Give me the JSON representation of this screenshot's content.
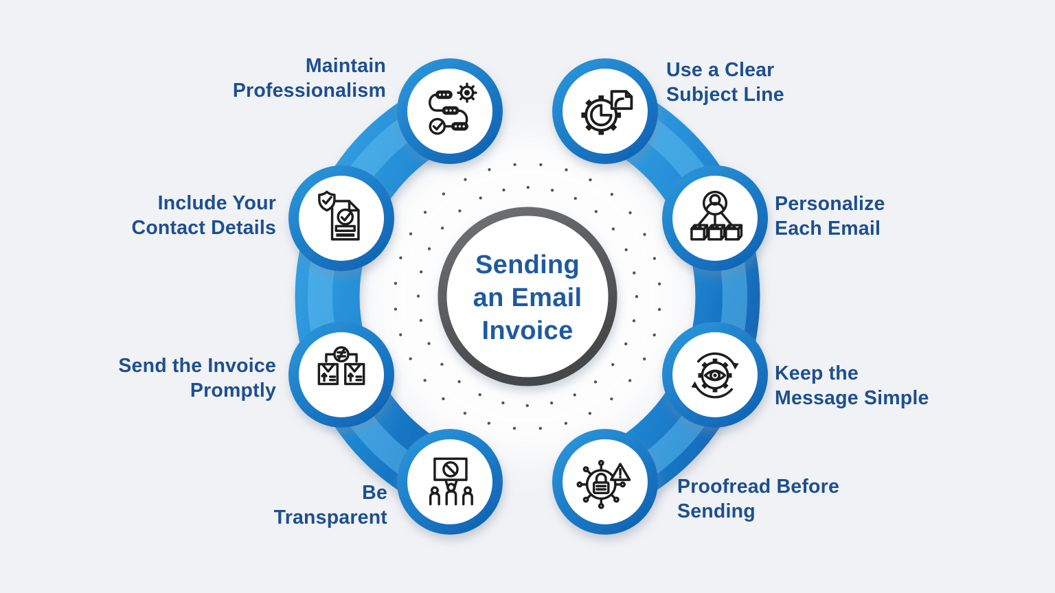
{
  "center": {
    "lines": [
      "Sending",
      "an Email",
      "Invoice"
    ]
  },
  "items": [
    {
      "id": "maintain-professionalism",
      "lines": [
        "Maintain",
        "Professionalism"
      ],
      "icon": "workflow-checklist-icon"
    },
    {
      "id": "use-a-clear-subject-line",
      "lines": [
        "Use a Clear",
        "Subject Line"
      ],
      "icon": "gear-pie-chart-icon"
    },
    {
      "id": "personalize-each-email",
      "lines": [
        "Personalize",
        "Each Email"
      ],
      "icon": "person-packages-icon"
    },
    {
      "id": "keep-the-message-simple",
      "lines": [
        "Keep the",
        "Message Simple"
      ],
      "icon": "eye-gear-cycle-icon"
    },
    {
      "id": "proofread-before-sending",
      "lines": [
        "Proofread Before",
        "Sending"
      ],
      "icon": "lock-circuit-alert-icon"
    },
    {
      "id": "be-transparent",
      "lines": [
        "Be",
        "Transparent"
      ],
      "icon": "protest-sign-icon"
    },
    {
      "id": "send-the-invoice-promptly",
      "lines": [
        "Send the Invoice",
        "Promptly"
      ],
      "icon": "packages-not-equal-icon"
    },
    {
      "id": "include-your-contact-details",
      "lines": [
        "Include Your",
        "Contact Details"
      ],
      "icon": "document-shield-check-icon"
    }
  ],
  "colors": {
    "band_blue_light": "#2f9ce2",
    "band_blue_dark": "#1263b2",
    "node_ring_blue": "#1b82d2",
    "label_text": "#1d4f90",
    "hub_text": "#1e5aa1",
    "hub_ring_gray": "#565759",
    "icon_stroke": "#1d1d1d",
    "background": "#f1f2f5"
  }
}
